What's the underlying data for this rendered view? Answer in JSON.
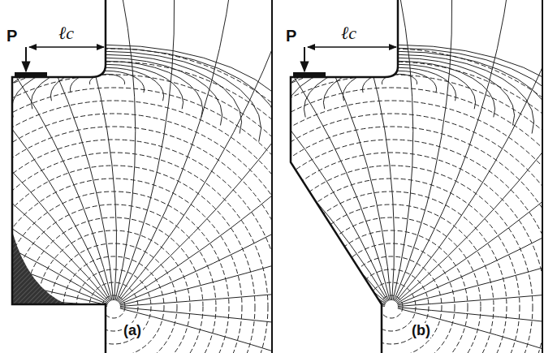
{
  "diagram": {
    "labels": [
      "P",
      "ℓc",
      "(a)",
      "P",
      "ℓc",
      "(b)"
    ]
  }
}
